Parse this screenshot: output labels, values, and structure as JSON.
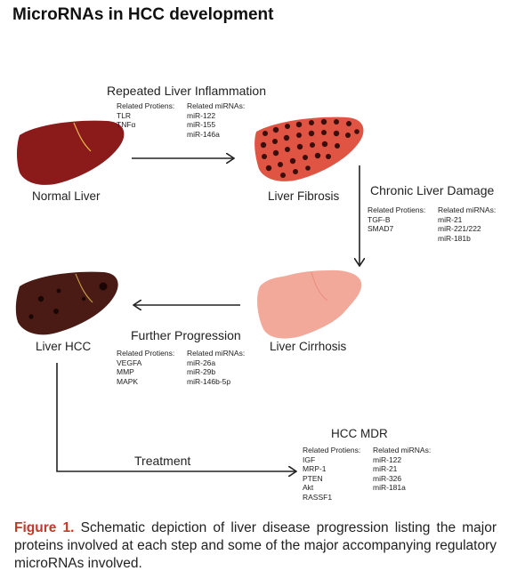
{
  "title": "MicroRNAs in HCC development",
  "stages": {
    "normal": "Normal Liver",
    "fibrosis": "Liver Fibrosis",
    "cirrhosis": "Liver Cirrhosis",
    "hcc": "Liver HCC",
    "mdr": "HCC MDR"
  },
  "steps": {
    "inflammation": {
      "label": "Repeated Liver Inflammation",
      "proteins_header": "Related Protiens:",
      "mirnas_header": "Related miRNAs:",
      "proteins": [
        "TLR",
        "TNFα"
      ],
      "mirnas": [
        "miR-122",
        "miR-155",
        "miR-146a"
      ]
    },
    "damage": {
      "label": "Chronic Liver Damage",
      "proteins_header": "Related Protiens:",
      "mirnas_header": "Related miRNAs:",
      "proteins": [
        "TGF-B",
        "SMAD7"
      ],
      "mirnas": [
        "miR-21",
        "miR-221/222",
        "miR-181b"
      ]
    },
    "progression": {
      "label": "Further Progression",
      "proteins_header": "Related Protiens:",
      "mirnas_header": "Related miRNAs:",
      "proteins": [
        "VEGFA",
        "MMP",
        "MAPK"
      ],
      "mirnas": [
        "miR-26a",
        "miR-29b",
        "miR-146b-5p"
      ]
    },
    "treatment": {
      "label": "Treatment"
    },
    "mdr": {
      "proteins_header": "Related Protiens:",
      "mirnas_header": "Related miRNAs:",
      "proteins": [
        "IGF",
        "MRP-1",
        "PTEN",
        "Akt",
        "RASSF1"
      ],
      "mirnas": [
        "miR-122",
        "miR-21",
        "miR-326",
        "miR-181a"
      ]
    }
  },
  "caption": {
    "label": "Figure 1.",
    "text": "Schematic depiction of liver disease progression listing the major proteins involved at each step and some of the major accompanying regulatory microRNAs involved."
  },
  "colors": {
    "normal_liver": "#8b1a1a",
    "fibrosis_liver": "#e05444",
    "cirrhosis_liver": "#f3a99a",
    "hcc_liver": "#4a1a14",
    "caption_label": "#c0392b"
  }
}
